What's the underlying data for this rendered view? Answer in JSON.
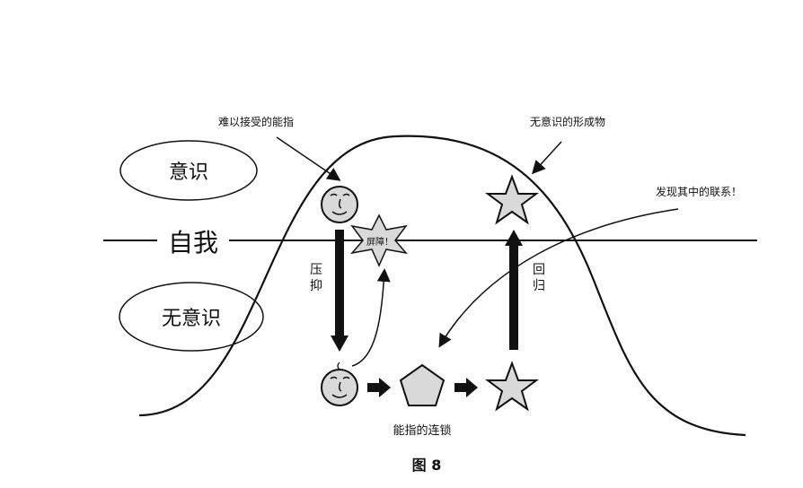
{
  "labels": {
    "unacceptable_signifier": "难以接受的能指",
    "unconscious_formation": "无意识的形成物",
    "discover_connection": "发现其中的联系！",
    "consciousness": "意识",
    "ego": "自我",
    "unconscious": "无意识",
    "repression_1": "压",
    "repression_2": "抑",
    "return_1": "回",
    "return_2": "归",
    "barrier": "屏障！",
    "signifier_chain": "能指的连锁",
    "figure_caption": "图 8"
  },
  "colors": {
    "shape_fill": "#d9d9d9",
    "line": "#111111"
  }
}
